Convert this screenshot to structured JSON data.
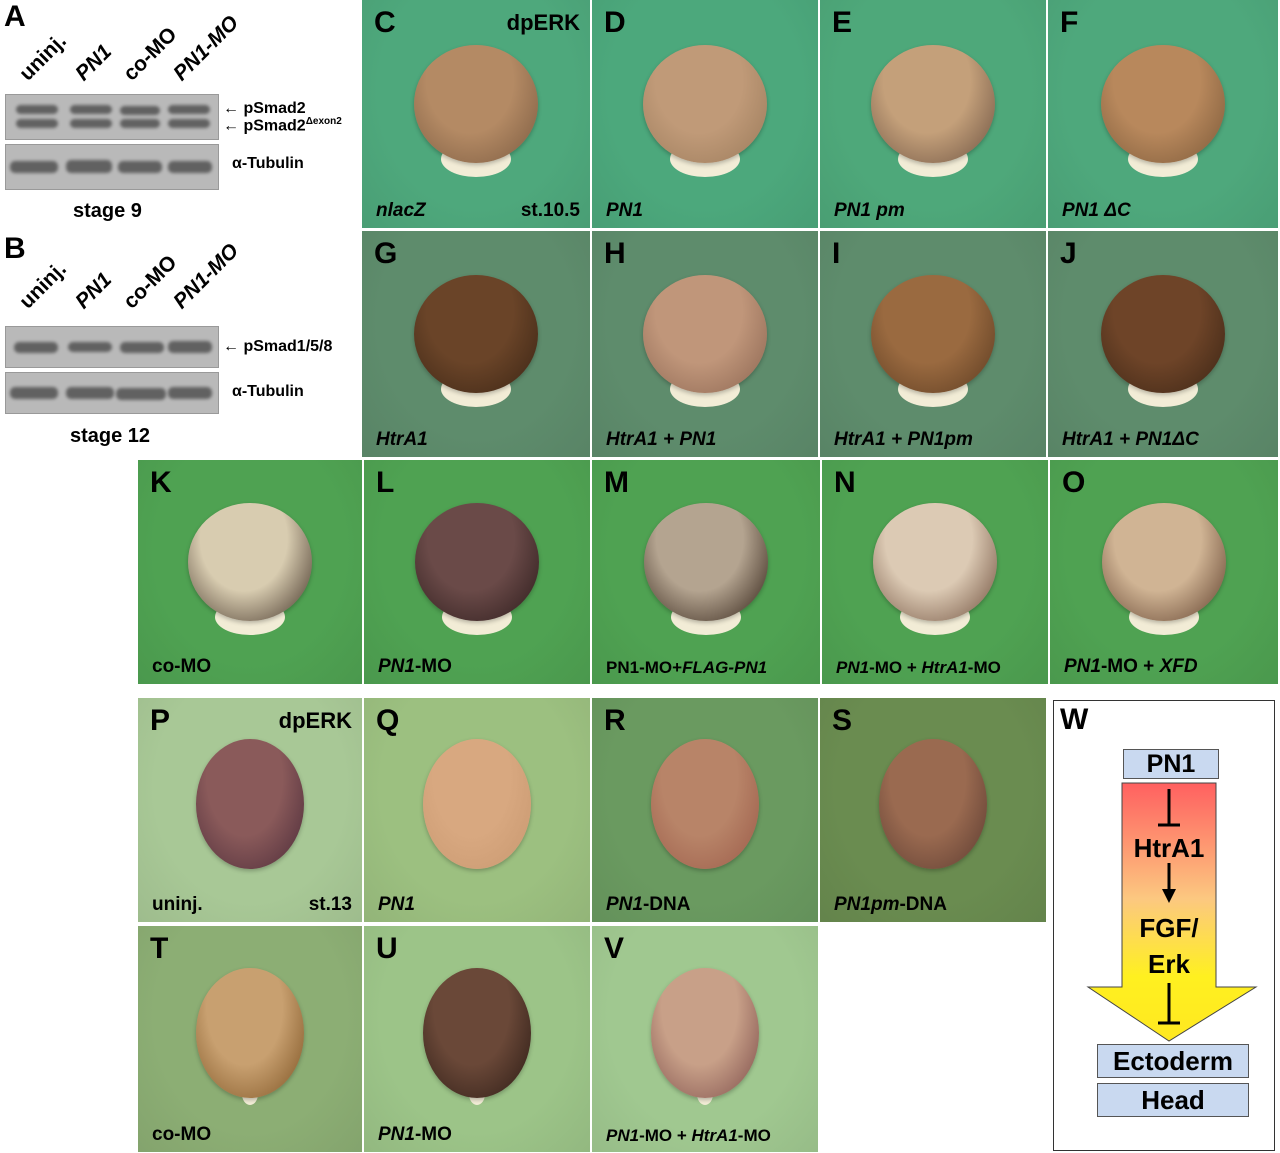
{
  "blots": {
    "A": {
      "letter": "A",
      "lanes": [
        "uninj.",
        "PN1",
        "co-MO",
        "PN1-MO"
      ],
      "bands": [
        "pSmad2",
        "pSmad2",
        "Δexon2",
        "α-Tubulin"
      ],
      "stage": "stage 9"
    },
    "B": {
      "letter": "B",
      "lanes": [
        "uninj.",
        "PN1",
        "co-MO",
        "PN1-MO"
      ],
      "bands": [
        "pSmad1/5/8",
        "α-Tubulin"
      ],
      "stage": "stage 12"
    }
  },
  "panels": [
    {
      "letter": "C",
      "bg": "#4ea87c",
      "embryo": "#b48a64",
      "dark": "#7a5a40",
      "top_right": "dpERK",
      "caption": [
        {
          "t": "nlacZ",
          "i": 1
        }
      ],
      "caption_right": "st.10.5"
    },
    {
      "letter": "D",
      "bg": "#4ca87c",
      "embryo": "#c09a78",
      "dark": "#9a7a5a",
      "caption": [
        {
          "t": "PN1",
          "i": 1
        }
      ]
    },
    {
      "letter": "E",
      "bg": "#4ea87a",
      "embryo": "#c4a07a",
      "dark": "#6a5040",
      "caption": [
        {
          "t": "PN1 pm",
          "i": 1
        }
      ]
    },
    {
      "letter": "F",
      "bg": "#4ea87c",
      "embryo": "#b8885c",
      "dark": "#7a5838",
      "caption": [
        {
          "t": "PN1 ΔC",
          "i": 1
        }
      ]
    },
    {
      "letter": "G",
      "bg": "#5e8c6c",
      "embryo": "#6a4428",
      "dark": "#3a2414",
      "caption": [
        {
          "t": "HtrA1",
          "i": 1
        }
      ]
    },
    {
      "letter": "H",
      "bg": "#5e8c6c",
      "embryo": "#c0967a",
      "dark": "#8a6450",
      "caption": [
        {
          "t": "HtrA1 + PN1",
          "i": 1
        }
      ]
    },
    {
      "letter": "I",
      "bg": "#5e8c6c",
      "embryo": "#9a6a40",
      "dark": "#5a3a20",
      "caption": [
        {
          "t": "HtrA1 + PN1pm",
          "i": 1
        }
      ]
    },
    {
      "letter": "J",
      "bg": "#5e8c6c",
      "embryo": "#6e4428",
      "dark": "#3a2414",
      "caption": [
        {
          "t": "HtrA1 + PN1ΔC",
          "i": 1
        }
      ]
    },
    {
      "letter": "K",
      "bg": "#4fa252",
      "embryo": "#d8ccb0",
      "dark": "#3a2a20",
      "caption": [
        {
          "t": "co-MO",
          "i": 0
        }
      ]
    },
    {
      "letter": "L",
      "bg": "#4fa252",
      "embryo": "#6a4a48",
      "dark": "#2a1a1a",
      "caption": [
        {
          "t": "PN1",
          "i": 1
        },
        {
          "t": "-MO",
          "i": 0
        }
      ]
    },
    {
      "letter": "M",
      "bg": "#4fa252",
      "embryo": "#b4a490",
      "dark": "#2a1a10",
      "caption": [
        {
          "t": "PN1",
          "i": 0
        },
        {
          "t": "-MO+",
          "i": 0
        },
        {
          "t": "FLAG-PN1",
          "i": 1
        }
      ]
    },
    {
      "letter": "N",
      "bg": "#4fa252",
      "embryo": "#dccab4",
      "dark": "#6a4a38",
      "caption": [
        {
          "t": "PN1",
          "i": 1
        },
        {
          "t": "-MO + ",
          "i": 0
        },
        {
          "t": "HtrA1",
          "i": 1
        },
        {
          "t": "-MO",
          "i": 0
        }
      ]
    },
    {
      "letter": "O",
      "bg": "#4fa252",
      "embryo": "#d0b494",
      "dark": "#5a3a28",
      "caption": [
        {
          "t": "PN1",
          "i": 1
        },
        {
          "t": "-MO + ",
          "i": 0
        },
        {
          "t": "XFD",
          "i": 1
        }
      ]
    },
    {
      "letter": "P",
      "bg": "#a8c896",
      "embryo": "#8a5a5a",
      "dark": "#4a2a38",
      "top_right": "dpERK",
      "caption": [
        {
          "t": "uninj.",
          "i": 0
        }
      ],
      "caption_right": "st.13"
    },
    {
      "letter": "Q",
      "bg": "#9cc080",
      "embryo": "#d8a880",
      "dark": "#c89870",
      "caption": [
        {
          "t": "PN1",
          "i": 1
        }
      ]
    },
    {
      "letter": "R",
      "bg": "#6a9a60",
      "embryo": "#b88468",
      "dark": "#9a5a48",
      "caption": [
        {
          "t": "PN1",
          "i": 1
        },
        {
          "t": "-DNA",
          "i": 0
        }
      ]
    },
    {
      "letter": "S",
      "bg": "#6a8c50",
      "embryo": "#9a6a50",
      "dark": "#5a3a30",
      "caption": [
        {
          "t": "PN1pm",
          "i": 1
        },
        {
          "t": "-DNA",
          "i": 0
        }
      ]
    },
    {
      "letter": "T",
      "bg": "#8cae74",
      "embryo": "#c8a070",
      "dark": "#7a5020",
      "caption": [
        {
          "t": "co-MO",
          "i": 0
        }
      ]
    },
    {
      "letter": "U",
      "bg": "#9cc488",
      "embryo": "#6a4838",
      "dark": "#2a1a14",
      "caption": [
        {
          "t": "PN1",
          "i": 1
        },
        {
          "t": "-MO",
          "i": 0
        }
      ]
    },
    {
      "letter": "V",
      "bg": "#a0c890",
      "embryo": "#c8a088",
      "dark": "#7a4a48",
      "caption": [
        {
          "t": "PN1",
          "i": 1
        },
        {
          "t": "-MO + ",
          "i": 0
        },
        {
          "t": "HtrA1",
          "i": 1
        },
        {
          "t": "-MO",
          "i": 0
        }
      ]
    }
  ],
  "model": {
    "letter": "W",
    "nodes": [
      "PN1",
      "HtrA1",
      "FGF/",
      "Erk",
      "Ectoderm",
      "Head"
    ]
  }
}
